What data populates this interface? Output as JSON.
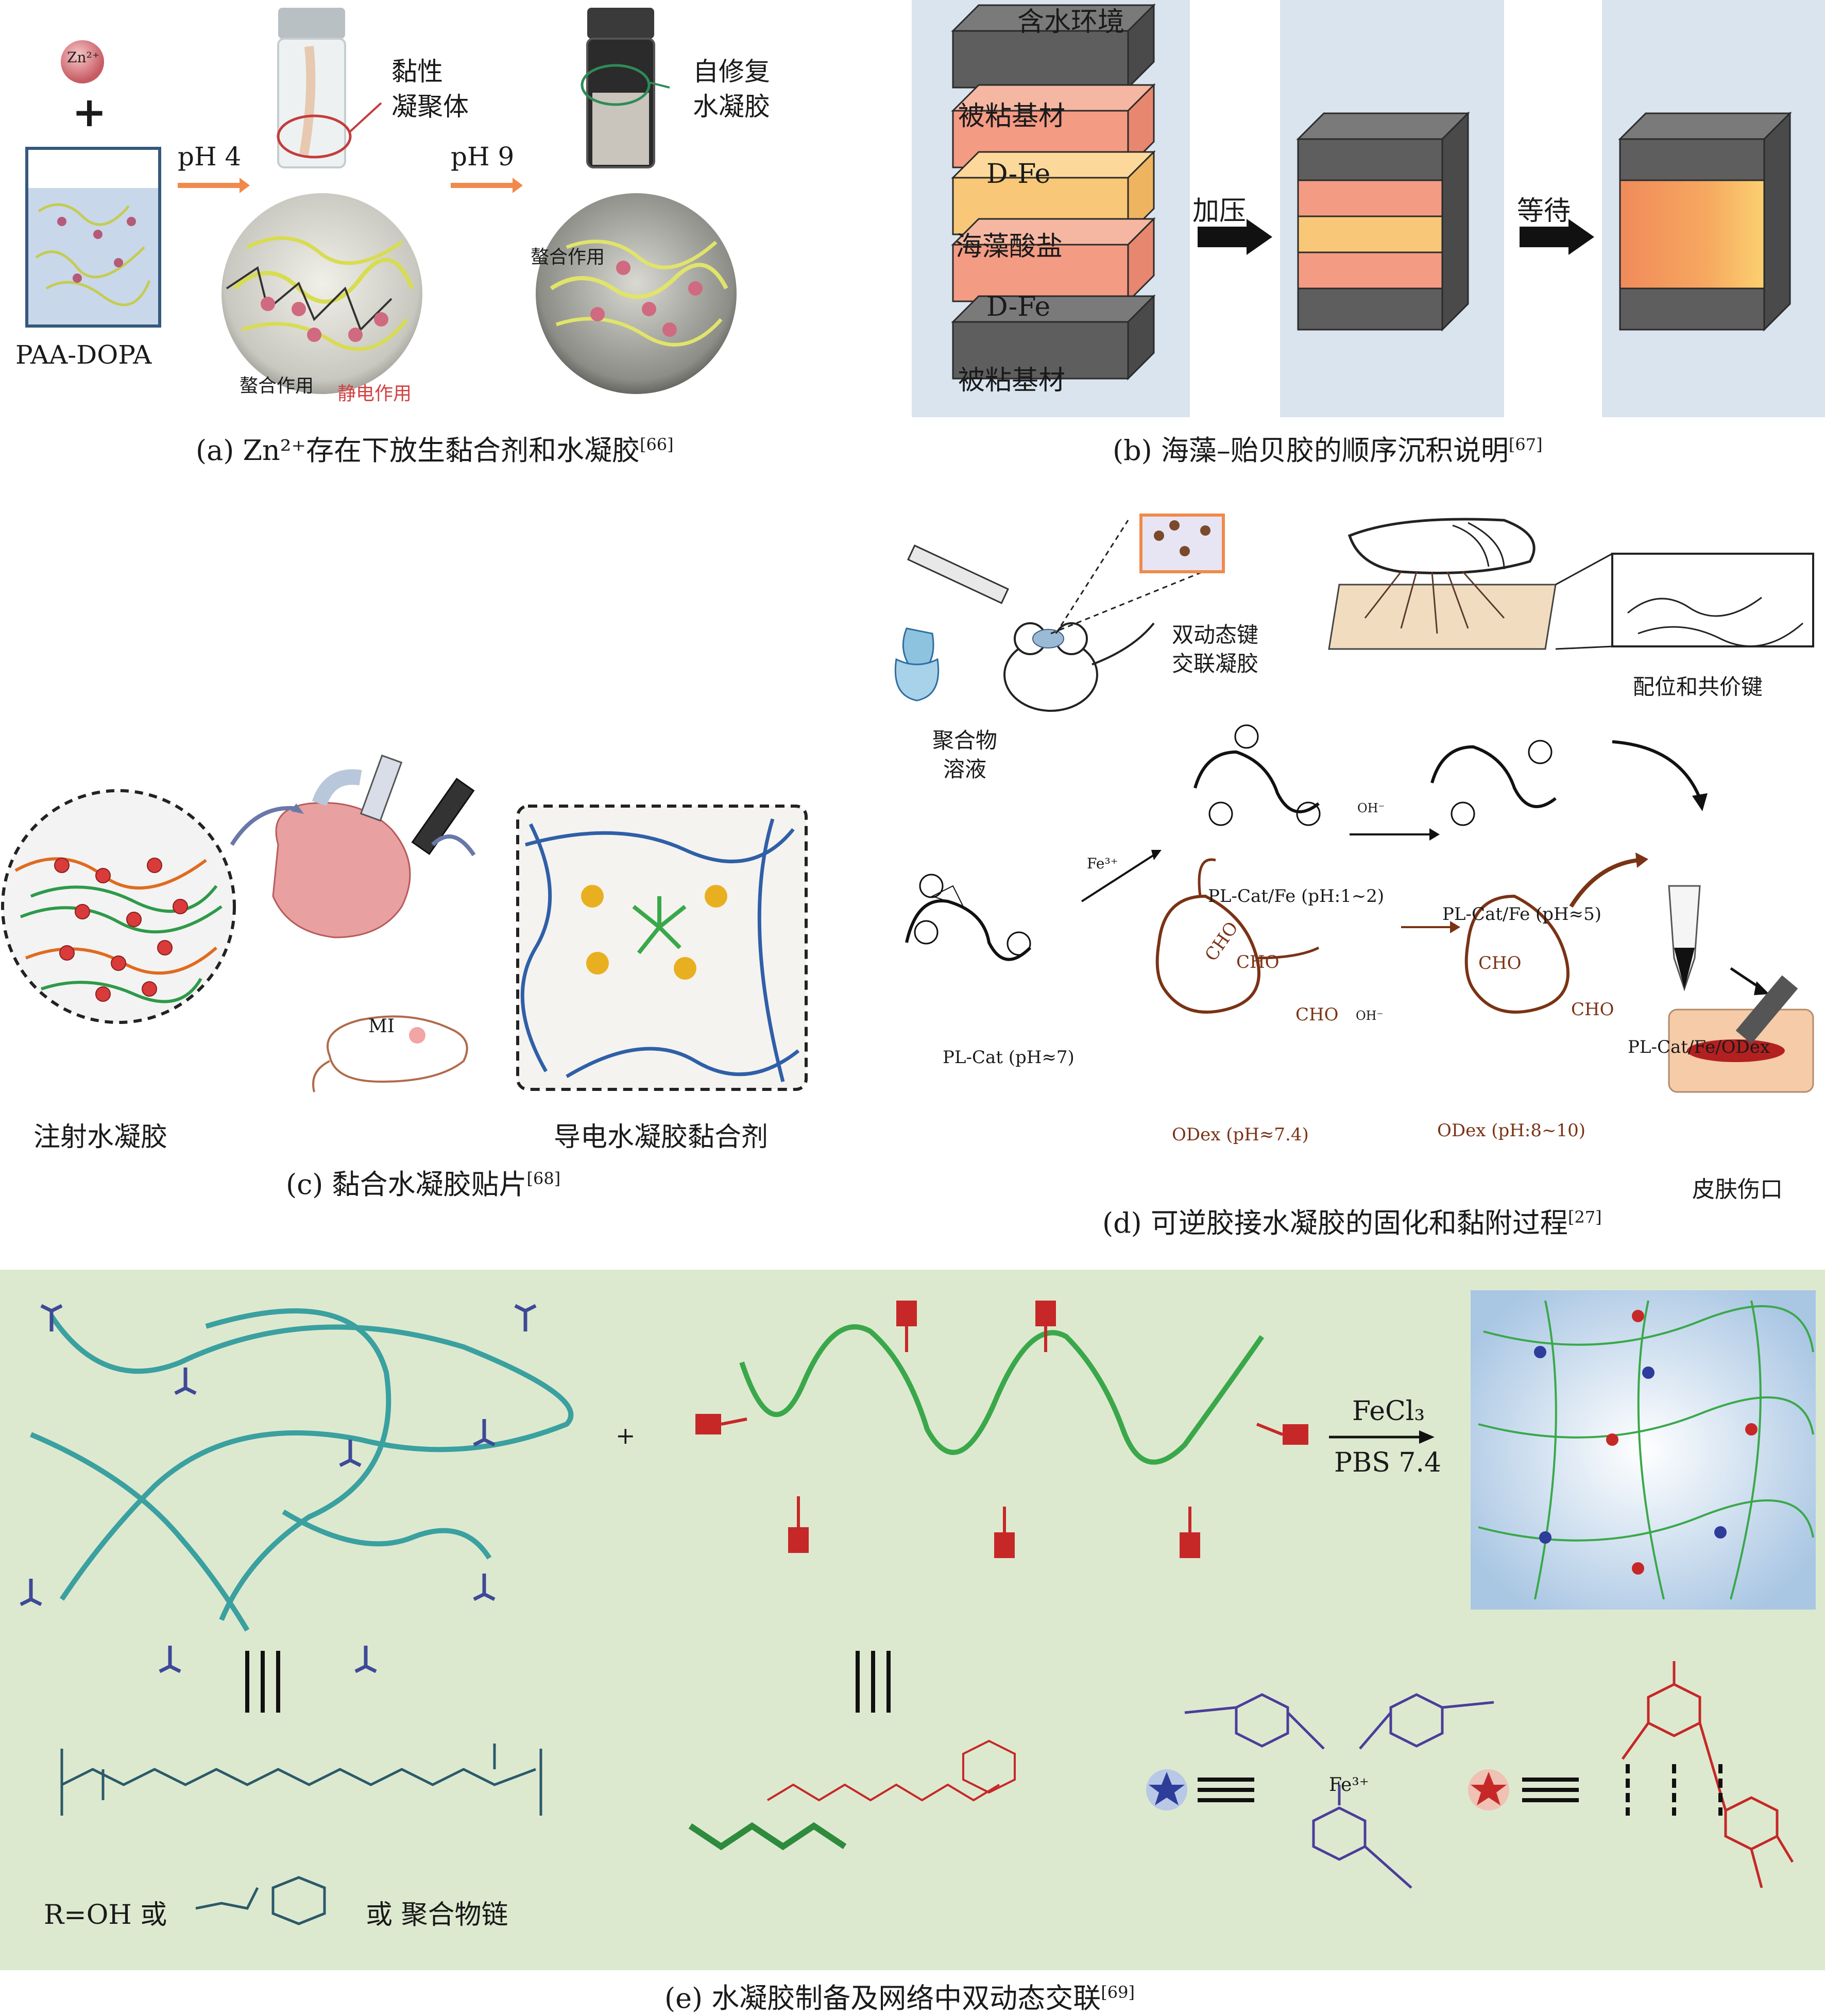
{
  "panel_a": {
    "zn_ion": "Zn²⁺",
    "plus": "+",
    "polymer": "PAA-DOPA",
    "ph4": "pH 4",
    "ph9": "pH 9",
    "coacervate": [
      "黏性",
      "凝聚体"
    ],
    "selfheal": [
      "自修复",
      "水凝胶"
    ],
    "chelation_1": "螯合作用",
    "electrostatic": "静电作用",
    "chelation_2": "螯合作用",
    "caption": "(a) Zn²⁺存在下放生黏合剂和水凝胶",
    "ref": "[66]"
  },
  "panel_b": {
    "env": "含水环境",
    "layers": [
      "被粘基材",
      "D-Fe",
      "海藻酸盐",
      "D-Fe",
      "被粘基材"
    ],
    "step1": "加压",
    "step2": "等待",
    "caption": "(b) 海藻–贻贝胶的顺序沉积说明",
    "ref": "[67]"
  },
  "panel_c": {
    "left_label": "注射水凝胶",
    "right_label": "导电水凝胶黏合剂",
    "mi": "MI",
    "caption": "(c) 黏合水凝胶贴片",
    "ref": "[68]"
  },
  "panel_d": {
    "double_dynamic": [
      "双动态键",
      "交联凝胶"
    ],
    "coord": "配位和共价键",
    "polymer_solution": [
      "聚合物",
      "溶液"
    ],
    "fe3": "Fe³⁺",
    "oh": "OH⁻",
    "plcat": "PL-Cat (pH≈7)",
    "plcatfe_a": "PL-Cat/Fe (pH:1~2)",
    "plcatfe_b": "PL-Cat/Fe (pH≈5)",
    "odex_a": "ODex (pH≈7.4)",
    "odex_b": "ODex (pH:8~10)",
    "final": "PL-Cat/Fe/ODex",
    "wound": "皮肤伤口",
    "cho": "CHO",
    "caption": "(d) 可逆胶接水凝胶的固化和黏附过程",
    "ref": "[27]"
  },
  "panel_e": {
    "plus": "+",
    "reagent": "FeCl₃",
    "buffer": "PBS 7.4",
    "r_def": "R=OH 或",
    "r_alt": "或 聚合物链",
    "fe_label": "Fe³⁺",
    "caption": "(e) 水凝胶制备及网络中双动态交联",
    "ref": "[69]",
    "bg_color": "#dde9cf"
  }
}
